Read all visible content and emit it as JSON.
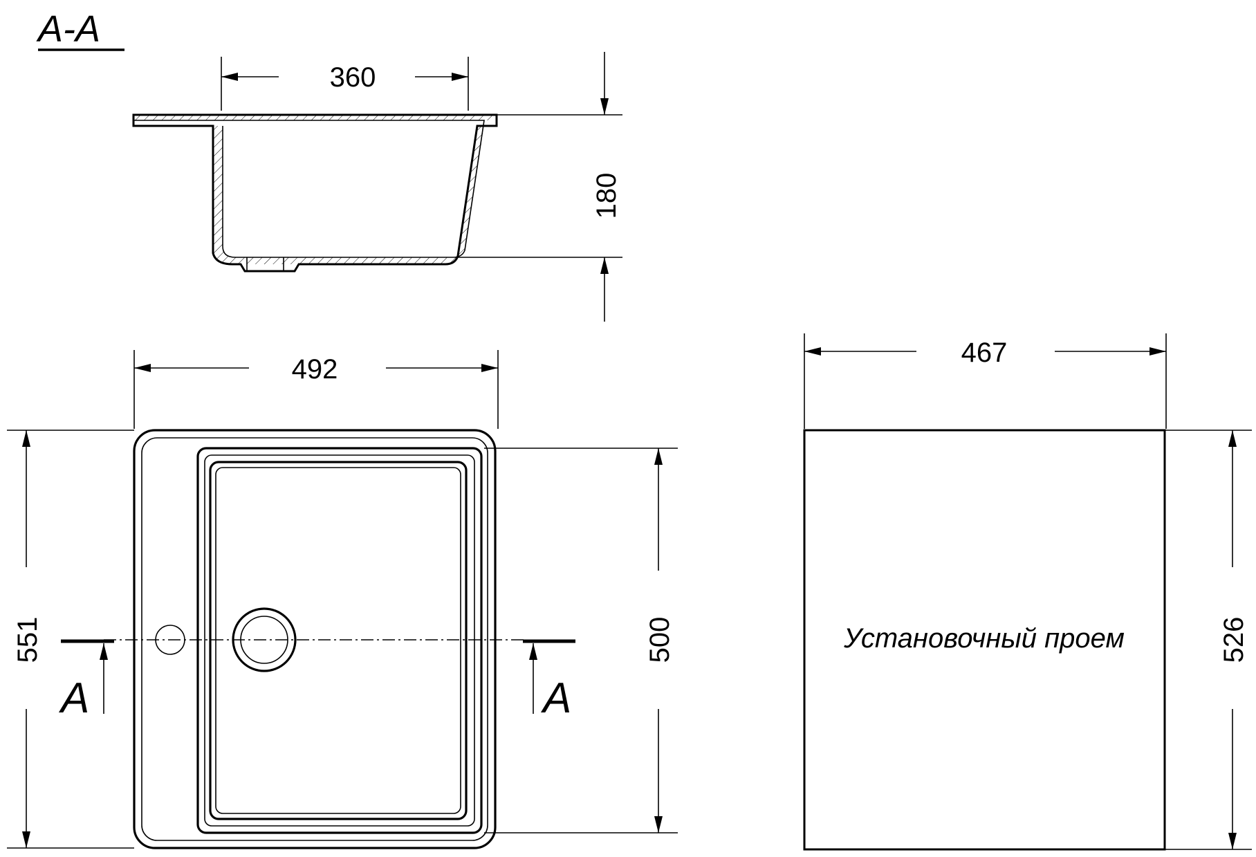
{
  "section": {
    "title": "A-A",
    "width_label": "360",
    "depth_label": "180"
  },
  "plan": {
    "width_label": "492",
    "length_label": "551",
    "bowl_length_label": "500",
    "cut_marker_left": "A",
    "cut_marker_right": "A"
  },
  "cutout": {
    "width_label": "467",
    "length_label": "526",
    "label": "Установочный проем"
  }
}
